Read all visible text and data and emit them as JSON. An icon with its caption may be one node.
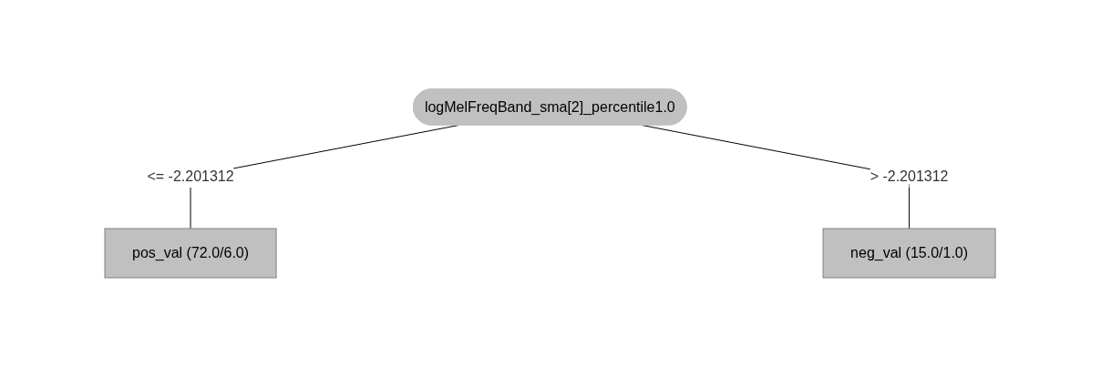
{
  "diagram": {
    "nodes": [
      {
        "text": [
          "logMelFreqBand_sma[2]_percentile1.0"
        ]
      },
      {
        "text": [
          "pos_val (72.0/6.0)"
        ]
      },
      {
        "text": [
          "neg_val (15.0/1.0)"
        ]
      }
    ],
    "edges": [
      {
        "from": 0,
        "to": 1,
        "arrow": "none",
        "label": "<= -2.201312"
      },
      {
        "from": 0,
        "to": 2,
        "arrow": "none",
        "label": "> -2.201312"
      }
    ]
  }
}
